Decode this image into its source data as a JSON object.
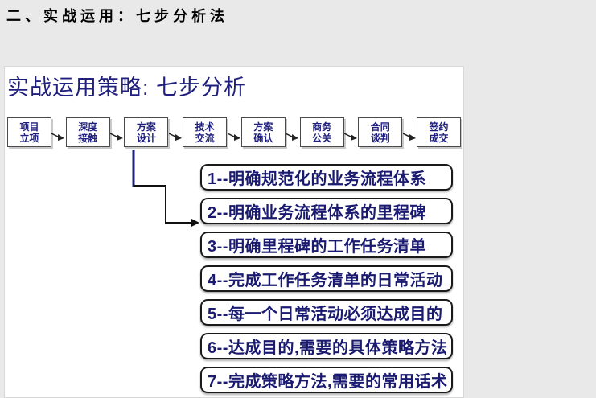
{
  "page": {
    "header": "二、实战运用：七步分析法",
    "slide_title": "实战运用策略: 七步分析"
  },
  "flow": {
    "steps": [
      {
        "line1": "项目",
        "line2": "立项"
      },
      {
        "line1": "深度",
        "line2": "接触"
      },
      {
        "line1": "方案",
        "line2": "设计"
      },
      {
        "line1": "技术",
        "line2": "交流"
      },
      {
        "line1": "方案",
        "line2": "确认"
      },
      {
        "line1": "商务",
        "line2": "公关"
      },
      {
        "line1": "合同",
        "line2": "谈判"
      },
      {
        "line1": "签约",
        "line2": "成交"
      }
    ]
  },
  "analysis_items": [
    "1--明确规范化的业务流程体系",
    "2--明确业务流程体系的里程碑",
    "3--明确里程碑的工作任务清单",
    "4--完成工作任务清单的日常活动",
    "5--每一个日常活动必须达成目的",
    "6--达成目的,需要的具体策略方法",
    "7--完成策略方法,需要的常用话术"
  ],
  "colors": {
    "page_bg": "#e9e9e9",
    "slide_bg": "#ffffff",
    "title_navy": "#1f1f7d",
    "item_text_navy": "#1a1a70",
    "header_text": "#000000",
    "flow_box_border": "#4a4a4a",
    "item_border": "#1a1a1a",
    "connector_black": "#111111"
  }
}
